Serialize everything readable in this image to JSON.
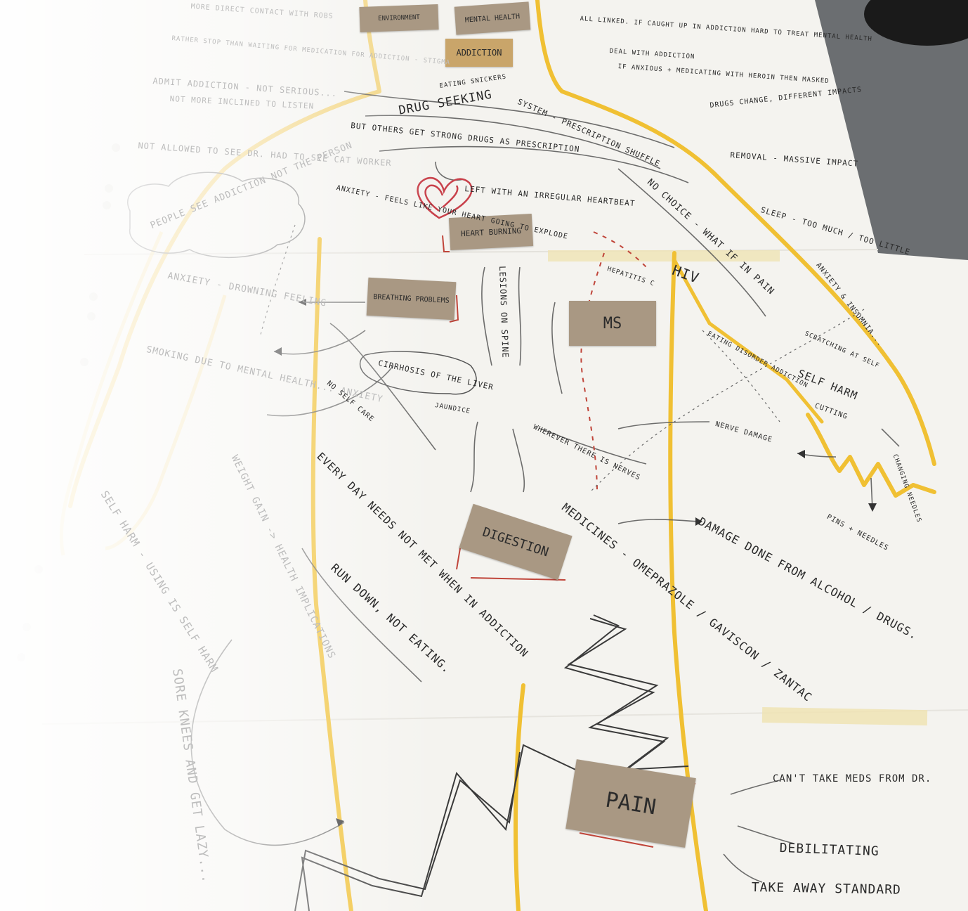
{
  "labels": {
    "environment": "ENVIRONMENT",
    "mental_health": "MENTAL HEALTH",
    "addiction": "ADDICTION",
    "heart_burning": "HEART BURNING",
    "breathing_problems": "BREATHING PROBLEMS",
    "ms": "MS",
    "digestion": "DIGESTION",
    "pain": "PAIN"
  },
  "notes": {
    "more_direct_contact": "MORE DIRECT CONTACT WITH ROBS",
    "rather_stop": "RATHER STOP THAN WAITING FOR MEDICATION FOR ADDICTION - STIGMA",
    "admit_addiction": "ADMIT ADDICTION - NOT SERIOUS...",
    "not_inclined": "NOT MORE INCLINED TO LISTEN",
    "not_allowed": "NOT ALLOWED TO SEE DR. HAD TO SEE CAT WORKER",
    "people_see": "PEOPLE SEE ADDICTION NOT THE PERSON",
    "anxiety_drowning": "ANXIETY - DROWNING FEELING",
    "smoking": "SMOKING DUE TO MENTAL HEALTH... ANXIETY",
    "weight_gain": "WEIGHT GAIN -> HEALTH IMPLICATIONS",
    "self_harm_using": "SELF HARM - USING IS SELF HARM",
    "sore_knees": "SORE KNEES AND GET LAZY...",
    "all_linked": "ALL LINKED. IF CAUGHT UP IN ADDICTION HARD TO TREAT MENTAL HEALTH",
    "deal_with": "DEAL WITH ADDICTION",
    "if_anxious": "IF ANXIOUS + MEDICATING WITH HEROIN THEN MASKED",
    "eating_snickers": "EATING SNICKERS",
    "drug_seeking": "DRUG SEEKING",
    "system_prescription": "SYSTEM - PRESCRIPTION SHUFFLE",
    "but_others": "BUT OTHERS GET STRONG DRUGS AS PRESCRIPTION",
    "drugs_change": "DRUGS CHANGE, DIFFERENT IMPACTS",
    "removal": "REMOVAL - MASSIVE IMPACT",
    "no_choice": "NO CHOICE - WHAT IF IN PAIN",
    "sleep": "SLEEP - TOO MUCH / TOO LITTLE",
    "anxiety_insomnia": "ANXIETY & INSOMNIA...",
    "anxiety_heart": "ANXIETY - FEELS LIKE YOUR HEART GOING TO EXPLODE",
    "irregular": "LEFT WITH AN IRREGULAR HEARTBEAT",
    "hiv": "HIV",
    "hepatitis": "HEPATITIS C",
    "lesions": "LESIONS ON SPINE",
    "cirrhosis": "CIRRHOSIS OF THE LIVER",
    "jaundice": "JAUNDICE",
    "no_self_care": "NO SELF CARE",
    "wherever_nerves": "WHEREVER THERE IS NERVES",
    "eating_disorder": "EATING DISORDER ADDICTION",
    "scratching": "SCRATCHING AT SELF",
    "self_harm": "SELF HARM",
    "cutting": "CUTTING",
    "nerve_damage": "NERVE DAMAGE",
    "pins": "PINS + NEEDLES",
    "changing_needles": "CHANGING NEEDLES",
    "every_day": "EVERY DAY NEEDS NOT MET WHEN IN ADDICTION",
    "run_down": "RUN DOWN, NOT EATING.",
    "medicines": "MEDICINES - OMEPRAZOLE / GAVISCON / ZANTAC",
    "damage": "DAMAGE DONE FROM ALCOHOL / DRUGS.",
    "cant_take": "CAN'T TAKE MEDS FROM DR.",
    "debilitating": "DEBILITATING",
    "take_away": "TAKE AWAY STANDARD"
  }
}
